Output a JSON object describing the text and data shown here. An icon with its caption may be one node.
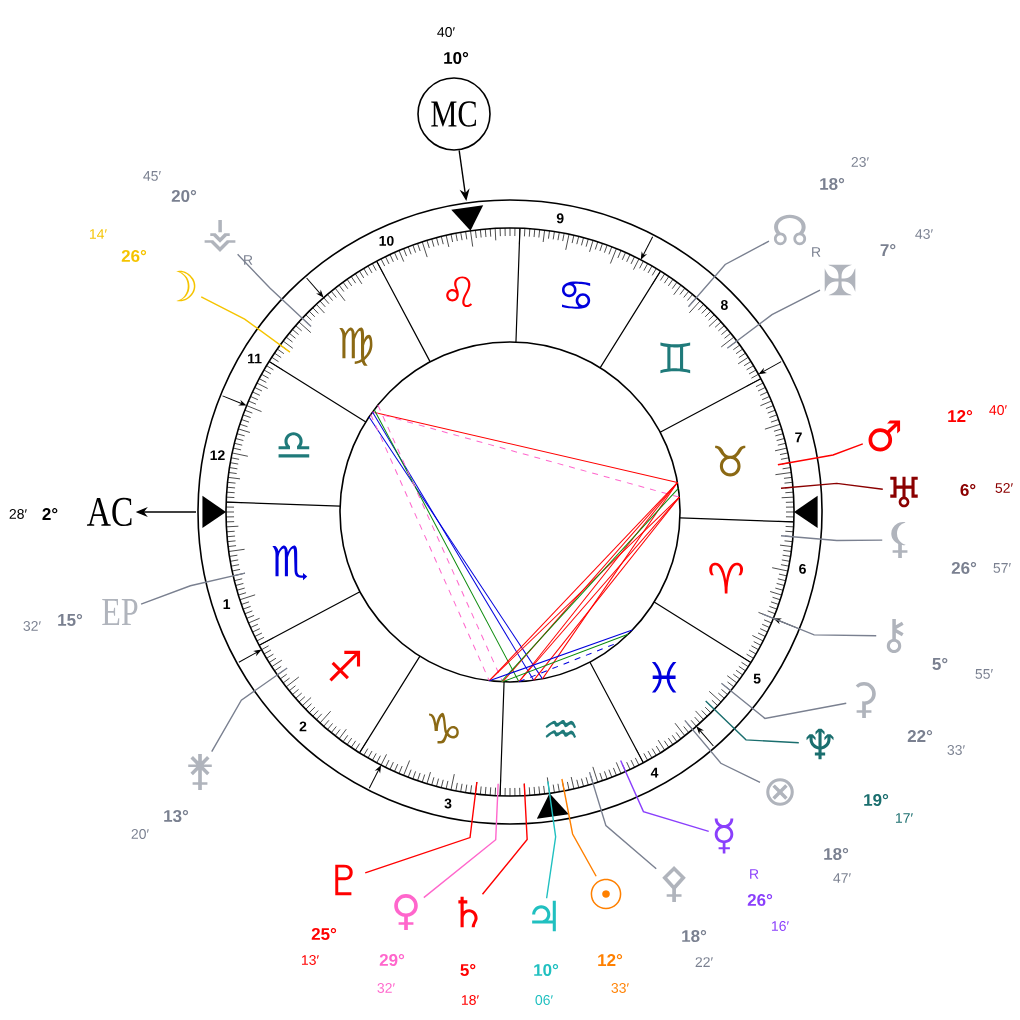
{
  "diagram": {
    "nodes": [
      {
        "text": [
          "MC"
        ],
        "beside": [
          "10°",
          "40′"
        ]
      },
      {
        "text": [
          "⚶"
        ],
        "beside": [
          "20°",
          "45′",
          "R"
        ]
      },
      {
        "text": [
          "☊"
        ],
        "beside": [
          "18°",
          "23′",
          "R"
        ]
      },
      {
        "text": [
          "✠"
        ],
        "beside": [
          "7°",
          "43′"
        ]
      },
      {
        "text": [
          "☽"
        ],
        "beside": [
          "26°",
          "14′"
        ]
      },
      {
        "text": [
          "♂"
        ],
        "beside": [
          "12°",
          "40′"
        ]
      },
      {
        "text": [
          "♅"
        ],
        "beside": [
          "6°",
          "52′"
        ]
      },
      {
        "text": [
          "AC"
        ],
        "beside": [
          "2°",
          "28′"
        ]
      },
      {
        "text": [
          "⚸"
        ],
        "beside": [
          "26°",
          "57′"
        ]
      },
      {
        "text": [
          "EP"
        ],
        "beside": [
          "15°",
          "32′"
        ]
      },
      {
        "text": [
          "⚷"
        ],
        "beside": [
          "5°",
          "55′"
        ]
      },
      {
        "text": [
          "⚳"
        ],
        "beside": [
          "22°",
          "33′"
        ]
      },
      {
        "text": [
          "♆"
        ],
        "beside": [
          "19°",
          "17′"
        ]
      },
      {
        "text": [
          "⚵"
        ],
        "beside": [
          "13°",
          "20′"
        ]
      },
      {
        "text": [
          "⊗"
        ],
        "beside": [
          "18°",
          "47′"
        ]
      },
      {
        "text": [
          "☿"
        ],
        "beside": [
          "26°",
          "16′",
          "R"
        ]
      },
      {
        "text": [
          "♇"
        ],
        "beside": [
          "25°",
          "13′"
        ]
      },
      {
        "text": [
          "♀"
        ],
        "beside": [
          "29°",
          "32′"
        ]
      },
      {
        "text": [
          "♄"
        ],
        "beside": [
          "5°",
          "18′"
        ]
      },
      {
        "text": [
          "♃"
        ],
        "beside": [
          "10°",
          "06′"
        ]
      },
      {
        "text": [
          "☉"
        ],
        "beside": [
          "12°",
          "33′"
        ]
      },
      {
        "text": [
          "⚴"
        ],
        "beside": [
          "18°",
          "22′"
        ]
      }
    ],
    "edges": [
      {
        "from": 0,
        "to": null,
        "arrow": "to",
        "color": "#000000"
      },
      {
        "from": 1,
        "to": null,
        "arrow": "none"
      },
      {
        "from": 2,
        "to": null,
        "arrow": "none"
      },
      {
        "from": 3,
        "to": null,
        "arrow": "none"
      },
      {
        "from": 4,
        "to": null,
        "arrow": "none",
        "color": "#f5c400"
      },
      {
        "from": 5,
        "to": null,
        "arrow": "none",
        "color": "#ff0000"
      },
      {
        "from": 6,
        "to": null,
        "arrow": "none",
        "color": "#8b0000"
      },
      {
        "from": null,
        "to": 7,
        "arrow": "to",
        "color": "#000000"
      },
      {
        "from": 8,
        "to": null,
        "arrow": "none"
      },
      {
        "from": 9,
        "to": null,
        "arrow": "none"
      },
      {
        "from": 10,
        "to": null,
        "arrow": "none"
      },
      {
        "from": 11,
        "to": null,
        "arrow": "none"
      },
      {
        "from": 12,
        "to": null,
        "arrow": "none",
        "color": "#1a6e6e"
      },
      {
        "from": 13,
        "to": null,
        "arrow": "none"
      },
      {
        "from": 14,
        "to": null,
        "arrow": "none"
      },
      {
        "from": 15,
        "to": null,
        "arrow": "none",
        "color": "#8a3ffc"
      },
      {
        "from": 16,
        "to": null,
        "arrow": "none",
        "color": "#ff0000"
      },
      {
        "from": 17,
        "to": null,
        "arrow": "none",
        "color": "#ff66cc"
      },
      {
        "from": 18,
        "to": null,
        "arrow": "none",
        "color": "#ff0000"
      },
      {
        "from": 19,
        "to": null,
        "arrow": "none",
        "color": "#20c0c0"
      },
      {
        "from": 20,
        "to": null,
        "arrow": "none",
        "color": "#ff8000"
      },
      {
        "from": 21,
        "to": null,
        "arrow": "none"
      }
    ],
    "labels": [
      "1",
      "2",
      "3",
      "4",
      "5",
      "6",
      "7",
      "8",
      "9",
      "10",
      "11",
      "12",
      "♈",
      "♉",
      "♊",
      "♋",
      "♌",
      "♍",
      "♎",
      "♏",
      "♐",
      "♑",
      "♒",
      "♓"
    ]
  }
}
